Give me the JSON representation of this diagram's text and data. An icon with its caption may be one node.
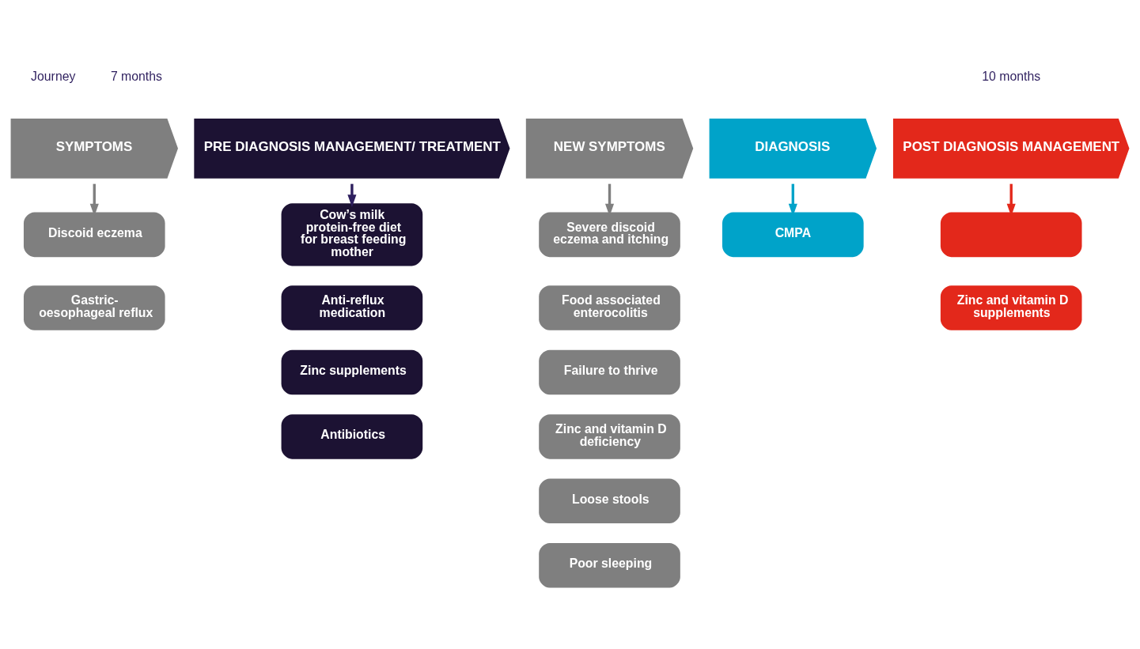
{
  "diagram": {
    "nodes": [
      {
        "text": [
          "SYMPTOMS"
        ]
      },
      {
        "text": [
          "PRE DIAGNOSIS MANAGEMENT/ TREATMENT"
        ]
      },
      {
        "text": [
          "NEW SYMPTOMS"
        ]
      },
      {
        "text": [
          "DIAGNOSIS"
        ]
      },
      {
        "text": [
          "POST DIAGNOSIS MANAGEMENT"
        ]
      },
      {
        "text": [
          "Discoid eczema"
        ]
      },
      {
        "text": [
          "Gastric- oesophageal reflux"
        ]
      },
      {
        "text": [
          "Cow’s milk protein-free diet for breast feeding mother"
        ]
      },
      {
        "text": [
          "Anti-reflux medication"
        ]
      },
      {
        "text": [
          "Zinc supplements"
        ]
      },
      {
        "text": [
          "Antibiotics"
        ]
      },
      {
        "text": [
          "Severe discoid eczema and itching"
        ]
      },
      {
        "text": [
          "Food associated enterocolitis"
        ]
      },
      {
        "text": [
          "Failure to thrive"
        ]
      },
      {
        "text": [
          "Zinc and vitamin D deficiency"
        ]
      },
      {
        "text": [
          "Loose stools"
        ]
      },
      {
        "text": [
          "Poor sleeping"
        ]
      },
      {
        "text": [
          "CMPA"
        ]
      },
      {
        "text": [],
        "shape": "box"
      },
      {
        "text": [
          "Zinc and vitamin D supplements"
        ]
      }
    ],
    "edges": [
      {
        "from": 0,
        "to": 5,
        "arrow": "to",
        "color": "#7f7f7f"
      },
      {
        "from": 1,
        "to": 7,
        "arrow": "to",
        "color": "#2e1f5e"
      },
      {
        "from": 2,
        "to": 11,
        "arrow": "to",
        "color": "#7f7f7f"
      },
      {
        "from": 3,
        "to": 17,
        "arrow": "to",
        "color": "#00a3c9"
      },
      {
        "from": 4,
        "to": 18,
        "arrow": "to",
        "color": "#e3281b"
      }
    ],
    "labels": [
      "Journey",
      "7 months",
      "10 months"
    ]
  }
}
